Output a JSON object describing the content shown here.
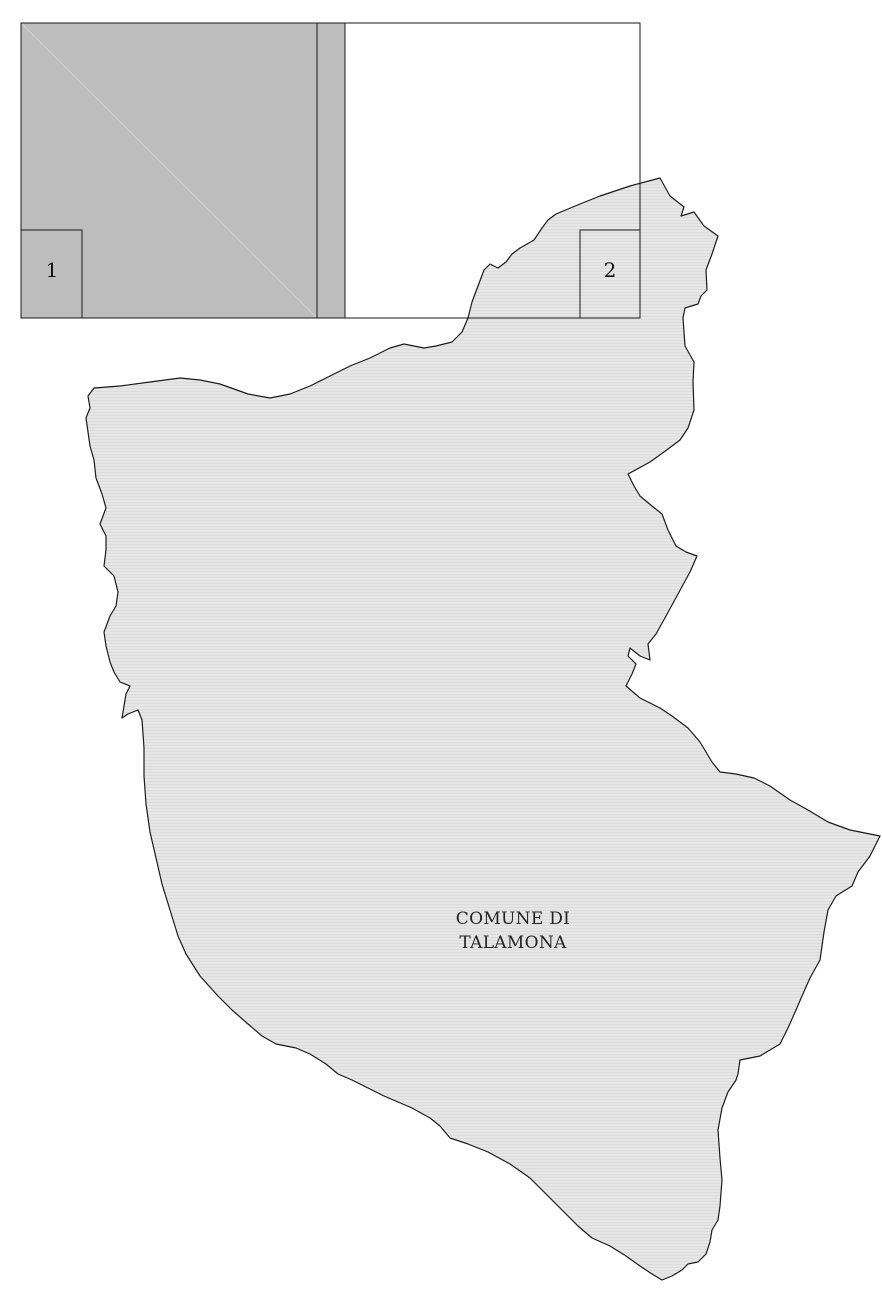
{
  "map": {
    "municipality": {
      "label_line1": "COMUNE DI",
      "label_line2": "TALAMONA"
    },
    "sheets": [
      {
        "id": "1",
        "label": "1",
        "status": "filled"
      },
      {
        "id": "2",
        "label": "2",
        "status": "empty"
      }
    ],
    "colors": {
      "territory_fill": "#e4e4e4",
      "territory_stroke": "#1a1a1a",
      "sheet_filled": "#bdbdbd",
      "sheet_empty": "#ffffff",
      "grid_stroke": "#1a1a1a"
    }
  }
}
